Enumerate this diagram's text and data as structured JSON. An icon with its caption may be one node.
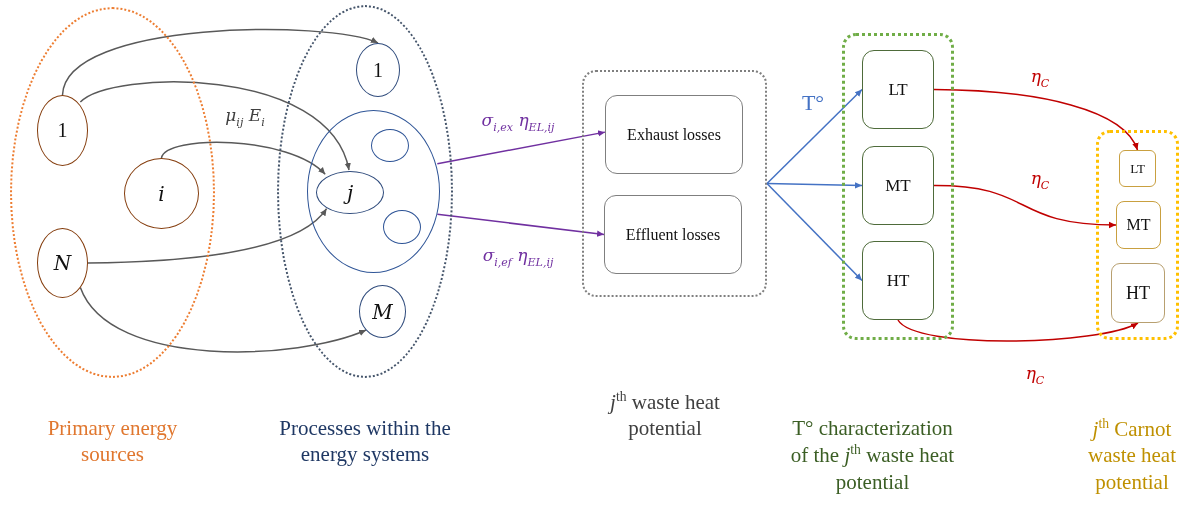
{
  "diagram": {
    "nodes": [
      {
        "text": [
          "Primary energy sources"
        ]
      },
      {
        "text": [
          "1"
        ],
        "in": 0
      },
      {
        "text": [
          "i"
        ],
        "in": 0
      },
      {
        "text": [
          "N"
        ],
        "in": 0
      },
      {
        "text": [
          "Processes within the energy systems"
        ]
      },
      {
        "text": [
          "1"
        ],
        "in": 4
      },
      {
        "text": [],
        "shape": "circle",
        "in": 4
      },
      {
        "text": [
          "j"
        ],
        "in": 6
      },
      {
        "text": [],
        "shape": "circle",
        "in": 6
      },
      {
        "text": [],
        "shape": "circle",
        "in": 6
      },
      {
        "text": [
          "M"
        ],
        "in": 4
      },
      {
        "text": [
          "*j*$^{th}$ waste heat potential"
        ]
      },
      {
        "text": [
          "Exhaust losses"
        ],
        "in": 11
      },
      {
        "text": [
          "Effluent losses"
        ],
        "in": 11
      },
      {
        "text": [
          "T° characterization of the *j*$^{th}$ waste heat potential"
        ]
      },
      {
        "text": [
          "LT"
        ],
        "in": 14
      },
      {
        "text": [
          "MT"
        ],
        "in": 14
      },
      {
        "text": [
          "HT"
        ],
        "in": 14
      },
      {
        "text": [
          "*j*$^{th}$ Carnot waste heat potential"
        ]
      },
      {
        "text": [
          "LT"
        ],
        "in": 18
      },
      {
        "text": [
          "MT"
        ],
        "in": 18
      },
      {
        "text": [
          "HT"
        ],
        "in": 18
      }
    ],
    "edges": [
      {
        "from": 1,
        "to": 5,
        "arrow": "to"
      },
      {
        "from": 1,
        "to": 7,
        "arrow": "to"
      },
      {
        "from": 2,
        "to": 7,
        "arrow": "to",
        "label": "μ$_{ij}$ E$_{i}$"
      },
      {
        "from": 3,
        "to": 7,
        "arrow": "to"
      },
      {
        "from": 3,
        "to": 10,
        "arrow": "to"
      },
      {
        "from": 6,
        "to": 12,
        "arrow": "to",
        "label": "σ$_{i,ex}$ η$_{EL,ij}$",
        "color": "#7030a0"
      },
      {
        "from": 6,
        "to": 13,
        "arrow": "to",
        "label": "σ$_{i,ef}$ η$_{EL,ij}$",
        "color": "#7030a0"
      },
      {
        "from": 11,
        "to": 15,
        "arrow": "to",
        "label": "T°",
        "color": "#4472c4"
      },
      {
        "from": 11,
        "to": 16,
        "arrow": "to",
        "color": "#4472c4"
      },
      {
        "from": 11,
        "to": 17,
        "arrow": "to",
        "color": "#4472c4"
      },
      {
        "from": 15,
        "to": 19,
        "arrow": "to",
        "label": "η$_{C}$",
        "color": "#c00000"
      },
      {
        "from": 16,
        "to": 20,
        "arrow": "to",
        "label": "η$_{C}$",
        "color": "#c00000"
      },
      {
        "from": 17,
        "to": 21,
        "arrow": "to",
        "label": "η$_{C}$",
        "color": "#c00000"
      }
    ]
  }
}
